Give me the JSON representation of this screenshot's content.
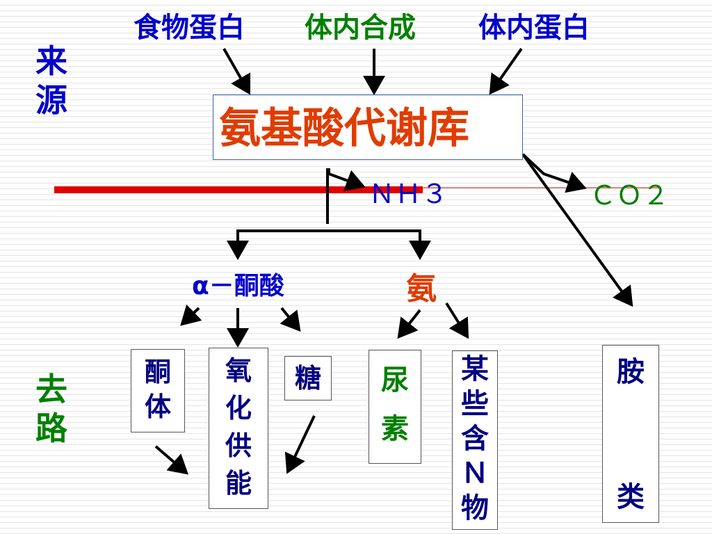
{
  "sources": {
    "food_protein": "食物蛋白",
    "synthesis": "体内合成",
    "body_protein": "体内蛋白",
    "label": [
      "来",
      "源"
    ]
  },
  "pool": "氨基酸代谢库",
  "nh3": "ＮＨ３",
  "co2": "ＣＯ２",
  "keto_acid": "α－酮酸",
  "ammonia": "氨",
  "destinations": {
    "label": [
      "去",
      "路"
    ],
    "ketone": [
      "酮",
      "体"
    ],
    "oxidation": [
      "氧",
      "化",
      "供",
      "能"
    ],
    "sugar": "糖",
    "urea": [
      "尿",
      "素"
    ],
    "n_compounds": [
      "某",
      "些",
      "含",
      "Ｎ",
      "物"
    ],
    "amines": [
      "胺",
      "类"
    ]
  },
  "colors": {
    "blue": "#0000cc",
    "green": "#008000",
    "orange": "#e03c00",
    "navy": "#000080",
    "red_bar": "#e00000"
  }
}
